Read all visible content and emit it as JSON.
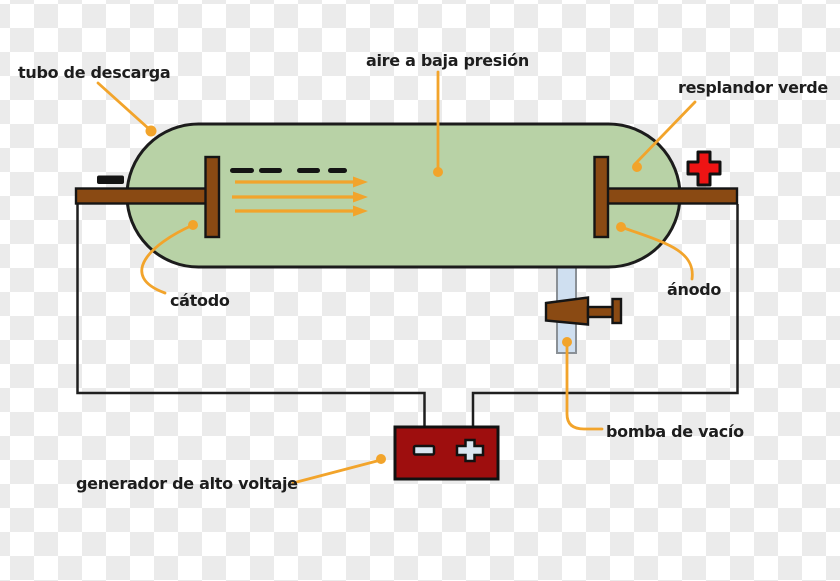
{
  "diagram": {
    "language": "es",
    "labels": {
      "discharge_tube": "tubo de descarga",
      "low_pressure_air": "aire a baja presión",
      "green_glow": "resplandor verde",
      "cathode": "cátodo",
      "anode": "ánodo",
      "vacuum_pump": "bomba de vacío",
      "generator": "generador de alto voltaje"
    },
    "icons": {
      "cathode_polarity": "minus-icon",
      "anode_polarity": "plus-icon",
      "battery_negative": "minus-icon",
      "battery_positive": "plus-icon",
      "electron_beams": "arrow-right-icon"
    }
  },
  "colors": {
    "tube_green": "#b8d2a6",
    "electrode_brown": "#8a4a13",
    "accent_orange": "#f2a42b",
    "plus_red": "#ee1414",
    "battery_red": "#9e0e0e",
    "battery_symbol_blue": "#d9e5f1",
    "pipe_blue": "#cfdff0",
    "wire_black": "#1f1f1f",
    "label_text": "#1d1d1d",
    "checker_gray": "#ebebeb"
  }
}
